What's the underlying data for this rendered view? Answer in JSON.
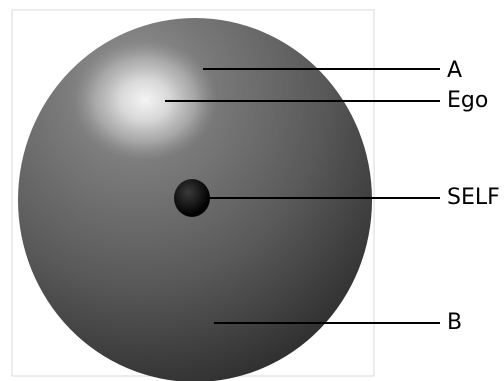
{
  "labels": {
    "a": "A",
    "ego": "Ego",
    "self": "SELF",
    "b": "B"
  },
  "colors": {
    "sphere_highlight": "#cfcfcf",
    "sphere_mid": "#6e6e6e",
    "sphere_dark": "#2c2c2c",
    "ego_glow": "#f4f4f4",
    "self_dot": "#000000",
    "leader_line": "#000000",
    "frame": "#d8d8d8"
  }
}
